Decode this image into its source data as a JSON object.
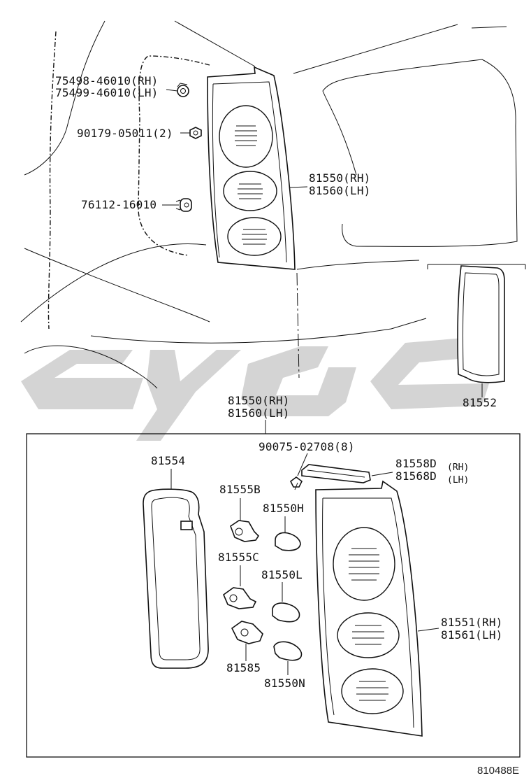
{
  "diagram": {
    "drawing_ref": "810488E",
    "top_callouts": {
      "bolt_rh": "75498-46010(RH)",
      "bolt_lh": "75499-46010(LH)",
      "screw": "90179-05011(2)",
      "clip": "76112-16010",
      "lamp_rh": "81550(RH)",
      "lamp_lh": "81560(LH)",
      "gasket_outer": "81552"
    },
    "box_callouts": {
      "assy_rh": "81550(RH)",
      "assy_lh": "81560(LH)",
      "screw": "90075-02708(8)",
      "gasket": "81554",
      "socket_b": "81555B",
      "bulb_h": "81550H",
      "socket_c": "81555C",
      "bulb_l": "81550L",
      "socket_85": "81585",
      "bulb_n": "81550N",
      "cover_rh_num": "81558D",
      "cover_rh_side": "(RH)",
      "cover_lh_num": "81568D",
      "cover_lh_side": "(LH)",
      "lens_rh": "81551(RH)",
      "lens_lh": "81561(LH)"
    },
    "colors": {
      "line": "#111111",
      "watermark": "#d4d4d4",
      "background": "#ffffff"
    }
  }
}
